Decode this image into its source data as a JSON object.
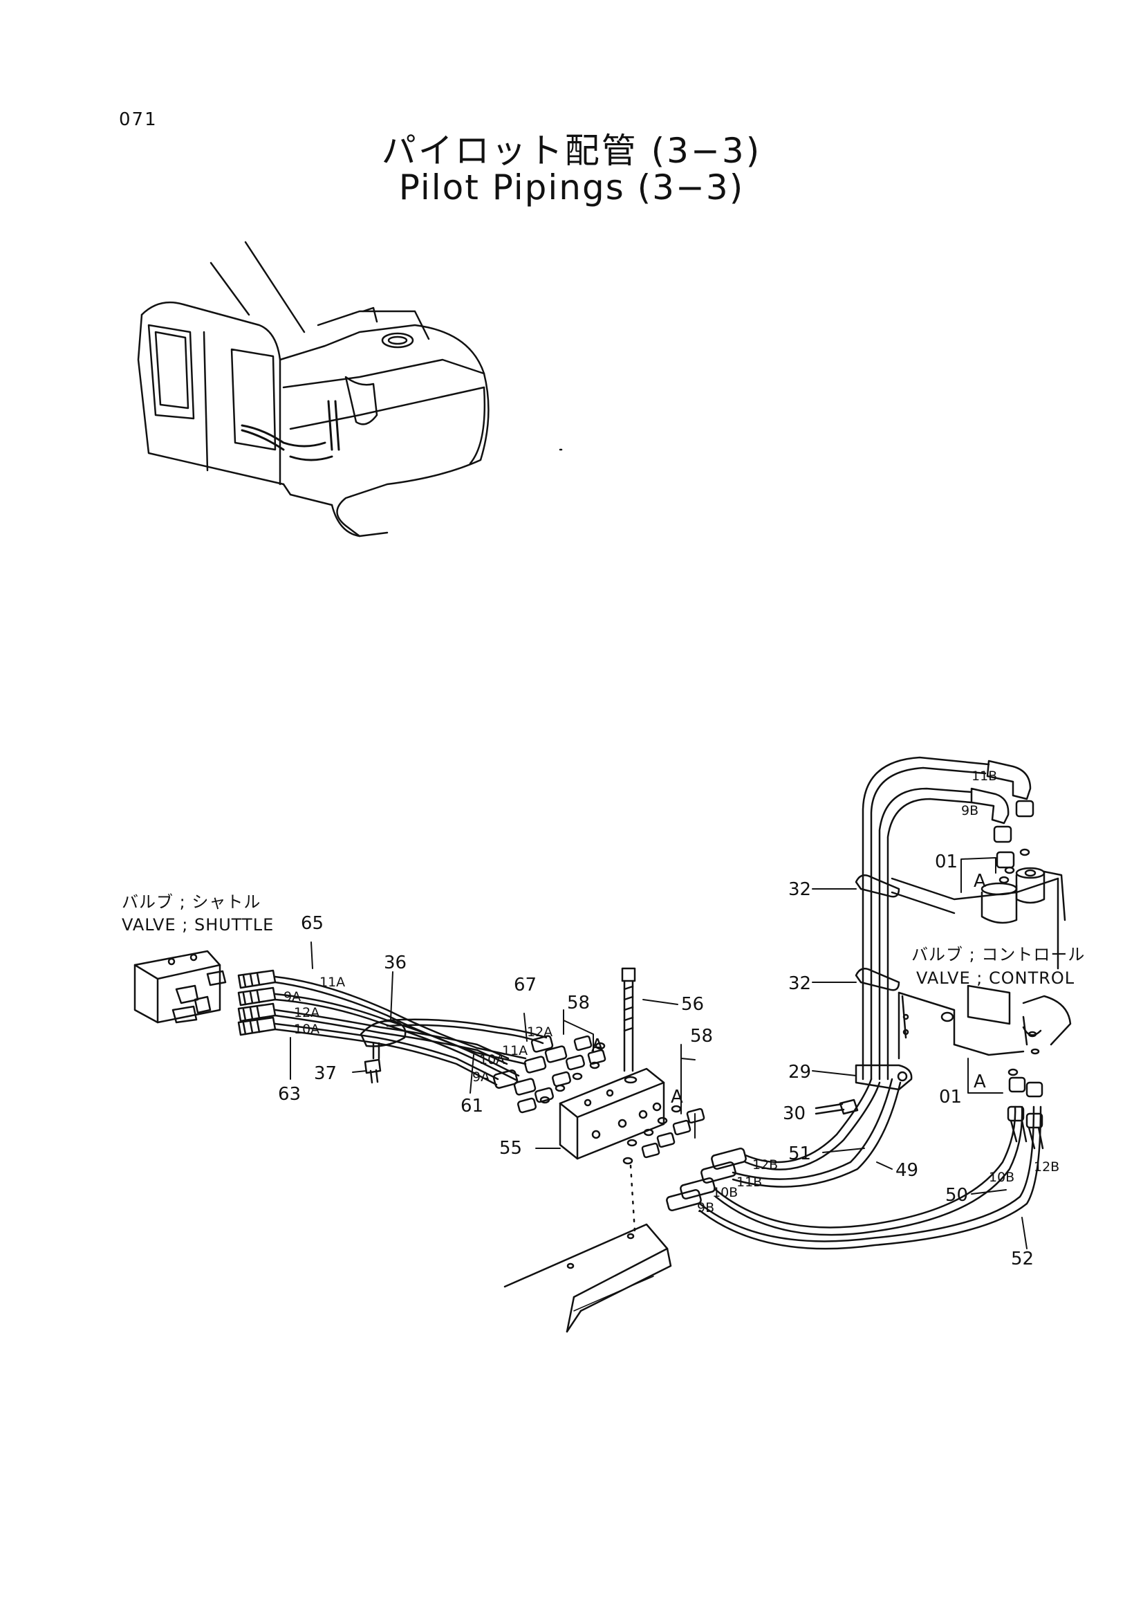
{
  "page_number": "071",
  "title_jp": "パイロット配管 (3−3)",
  "title_en": "Pilot Pipings (3−3)",
  "valve_shuttle": {
    "jp": "バルブ ; シャトル",
    "en": "VALVE ; SHUTTLE"
  },
  "valve_control": {
    "jp": "バルブ ; コントロール",
    "en": "VALVE ; CONTROL"
  },
  "part_numbers": {
    "p65": "65",
    "p36": "36",
    "p67": "67",
    "p58a": "58",
    "p56": "56",
    "p58b": "58",
    "p37": "37",
    "p63": "63",
    "p61": "61",
    "p55": "55",
    "p32a": "32",
    "p32b": "32",
    "p29": "29",
    "p30": "30",
    "p51": "51",
    "p49": "49",
    "p50": "50",
    "p52": "52",
    "p01a": "01",
    "p01b": "01"
  },
  "port_labels": {
    "h11a": "11A",
    "h9a": "9A",
    "h12a": "12A",
    "h10a": "10A",
    "m12a": "12A",
    "m11a": "11A",
    "m10a": "10A",
    "m9a": "9A",
    "r12b": "12B",
    "r11b": "11B",
    "r10b": "10B",
    "r9b": "9B",
    "t11b": "11B",
    "t9b": "9B",
    "v10b": "10B",
    "v12b": "12B"
  },
  "view_marks": {
    "a1": "A",
    "a2": "A",
    "a3": "A",
    "a4": "A"
  }
}
